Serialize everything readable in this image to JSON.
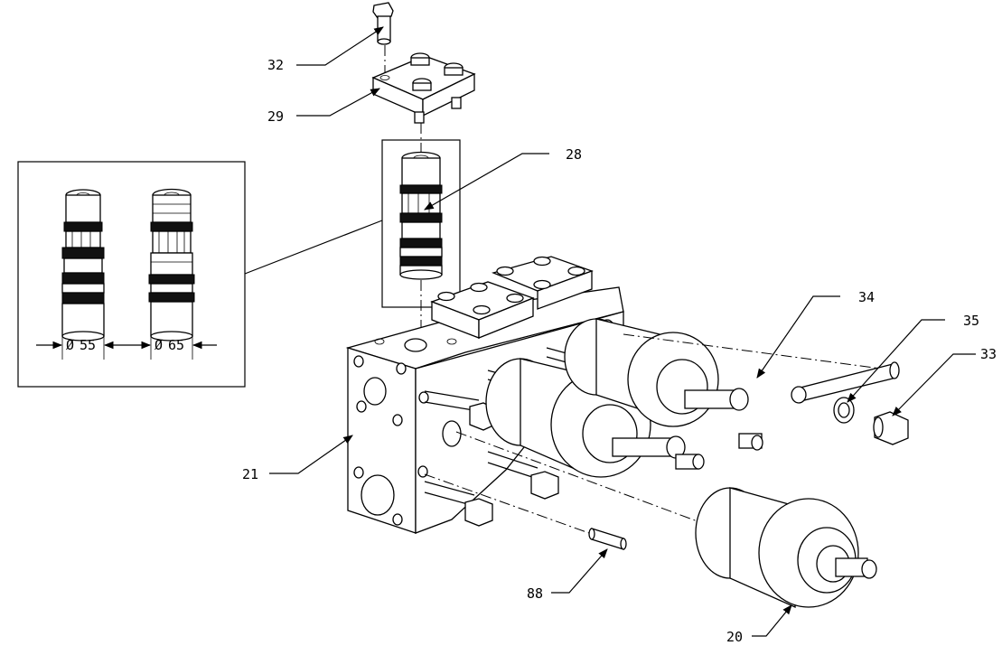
{
  "callouts": {
    "c20": "20",
    "c21": "21",
    "c28": "28",
    "c29": "29",
    "c32": "32",
    "c33": "33",
    "c34": "34",
    "c35": "35",
    "c88": "88"
  },
  "detail": {
    "dim_left": "55",
    "dim_right": "65",
    "dia_symbol": "Ø"
  }
}
